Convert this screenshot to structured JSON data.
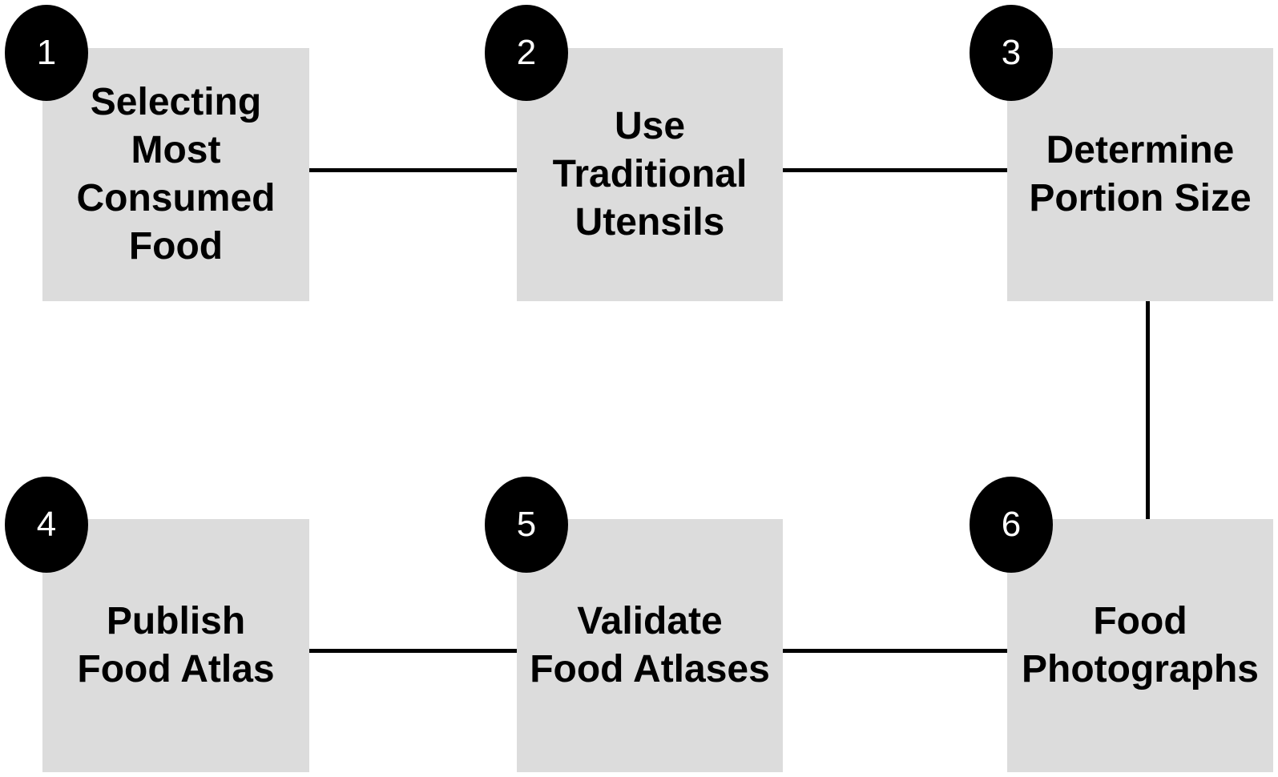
{
  "diagram": {
    "steps": [
      {
        "number": "1",
        "label": "Selecting\nMost\nConsumed\nFood"
      },
      {
        "number": "2",
        "label": "Use\nTraditional\nUtensils"
      },
      {
        "number": "3",
        "label": "Determine\nPortion Size"
      },
      {
        "number": "4",
        "label": "Publish\nFood Atlas"
      },
      {
        "number": "5",
        "label": "Validate\nFood Atlases"
      },
      {
        "number": "6",
        "label": "Food\nPhotographs"
      }
    ],
    "colors": {
      "box_fill": "#dcdcdc",
      "badge_fill": "#000000",
      "badge_text": "#ffffff",
      "line": "#000000",
      "label_text": "#000000"
    }
  }
}
